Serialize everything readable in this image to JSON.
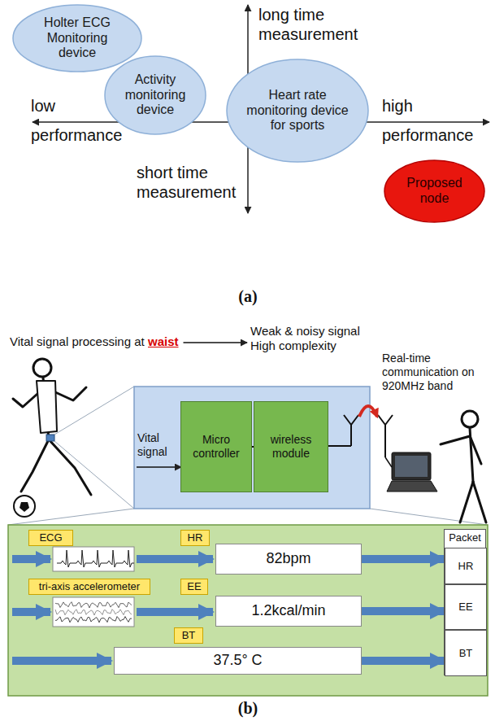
{
  "diagram": {
    "nodes": [
      {
        "text": [
          "Holter ECG Monitoring device"
        ]
      },
      {
        "text": [
          "Activity monitoring device"
        ]
      },
      {
        "text": [
          "Heart rate monitoring device for sports"
        ]
      },
      {
        "text": [
          "Proposed node"
        ]
      },
      {
        "text": [
          "Micro controller"
        ]
      },
      {
        "text": [
          "wireless module"
        ]
      },
      {
        "text": [
          "ECG"
        ]
      },
      {
        "text": [
          "HR"
        ]
      },
      {
        "text": [
          "82bpm"
        ]
      },
      {
        "text": [
          "tri-axis accelerometer"
        ]
      },
      {
        "text": [
          "EE"
        ]
      },
      {
        "text": [
          "1.2kcal/min"
        ]
      },
      {
        "text": [
          "BT"
        ]
      },
      {
        "text": [
          "37.5° C"
        ]
      },
      {
        "text": [
          "Packet"
        ]
      },
      {
        "text": [
          "HR"
        ],
        "in": 14
      },
      {
        "text": [
          "EE"
        ],
        "in": 14
      },
      {
        "text": [
          "BT"
        ],
        "in": 14
      }
    ],
    "edges": [
      {
        "from": 4,
        "to": 5,
        "arrow": "none"
      },
      {
        "from": 8,
        "to": 15,
        "arrow": "to"
      },
      {
        "from": 11,
        "to": 16,
        "arrow": "to"
      },
      {
        "from": 13,
        "to": 17,
        "arrow": "to"
      }
    ],
    "labels": [
      "long time measurement",
      "low performance",
      "high performance",
      "short time measurement",
      "(a)",
      "Vital signal processing at",
      "waist",
      "Weak & noisy signal High complexity",
      "Real-time communication on 920MHz band",
      "Vital signal",
      "(b)"
    ]
  }
}
